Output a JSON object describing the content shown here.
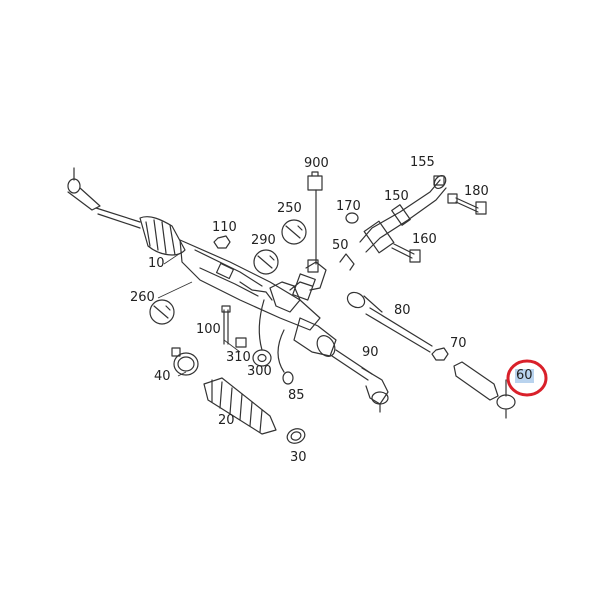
{
  "diagram": {
    "callouts": {
      "p900": "900",
      "p155": "155",
      "p180": "180",
      "p150": "150",
      "p170": "170",
      "p250": "250",
      "p110": "110",
      "p290": "290",
      "p50": "50",
      "p160": "160",
      "p10": "10",
      "p260": "260",
      "p80": "80",
      "p100": "100",
      "p70": "70",
      "p90": "90",
      "p310": "310",
      "p300": "300",
      "p40": "40",
      "p85": "85",
      "p60": "60",
      "p20": "20",
      "p30": "30"
    },
    "highlighted_part": "60",
    "highlight_ring_color": "#d9202a",
    "highlight_fill_color": "#b9d3ee",
    "line_color": "#333333"
  }
}
